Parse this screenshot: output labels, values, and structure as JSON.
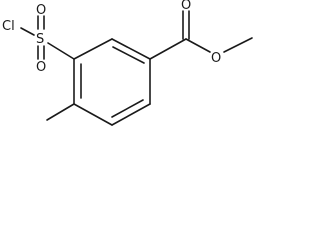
{
  "molecule": {
    "atoms": {
      "cl": "Cl",
      "s": "S",
      "o_upper": "O",
      "o_lower": "O",
      "o_carbonyl": "O",
      "o_ester": "O"
    }
  }
}
